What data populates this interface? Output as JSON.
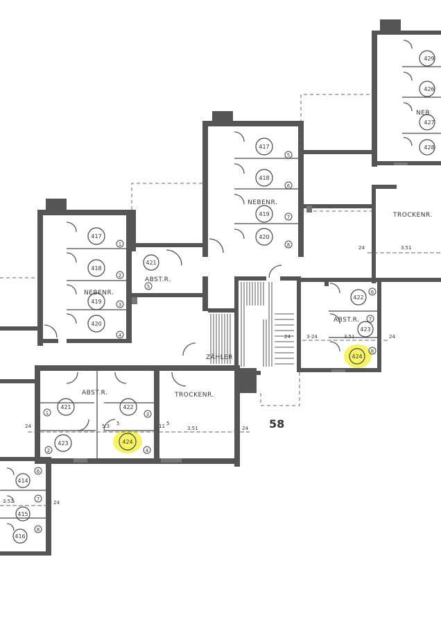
{
  "labels": {
    "nebenr": "NEBENR.",
    "nebenr_top_right": "NEB",
    "abstr": "ABST.R.",
    "trockenr": "TROCKENR.",
    "zaehler": "ZÄHLER",
    "page_number": "58"
  },
  "units": {
    "u414": "414",
    "u415": "415",
    "u416": "416",
    "u417": "417",
    "u418": "418",
    "u419": "419",
    "u420": "420",
    "u421": "421",
    "u422": "422",
    "u423": "423",
    "u424": "424",
    "u426": "426",
    "u427": "427",
    "u428": "428",
    "u429": "429"
  },
  "indices": {
    "i1": "1",
    "i2": "2",
    "i3": "3",
    "i4": "4",
    "i5": "5",
    "i6": "6",
    "i7": "7",
    "i8": "8"
  },
  "dimensions": {
    "d24": "24",
    "d351": "3.51",
    "d324": "3-24",
    "d53": "5.3",
    "d5": "5",
    "d115": "11",
    "d115sup": "5"
  },
  "highlight_color": "#f4f24a",
  "wall_color": "#555555"
}
